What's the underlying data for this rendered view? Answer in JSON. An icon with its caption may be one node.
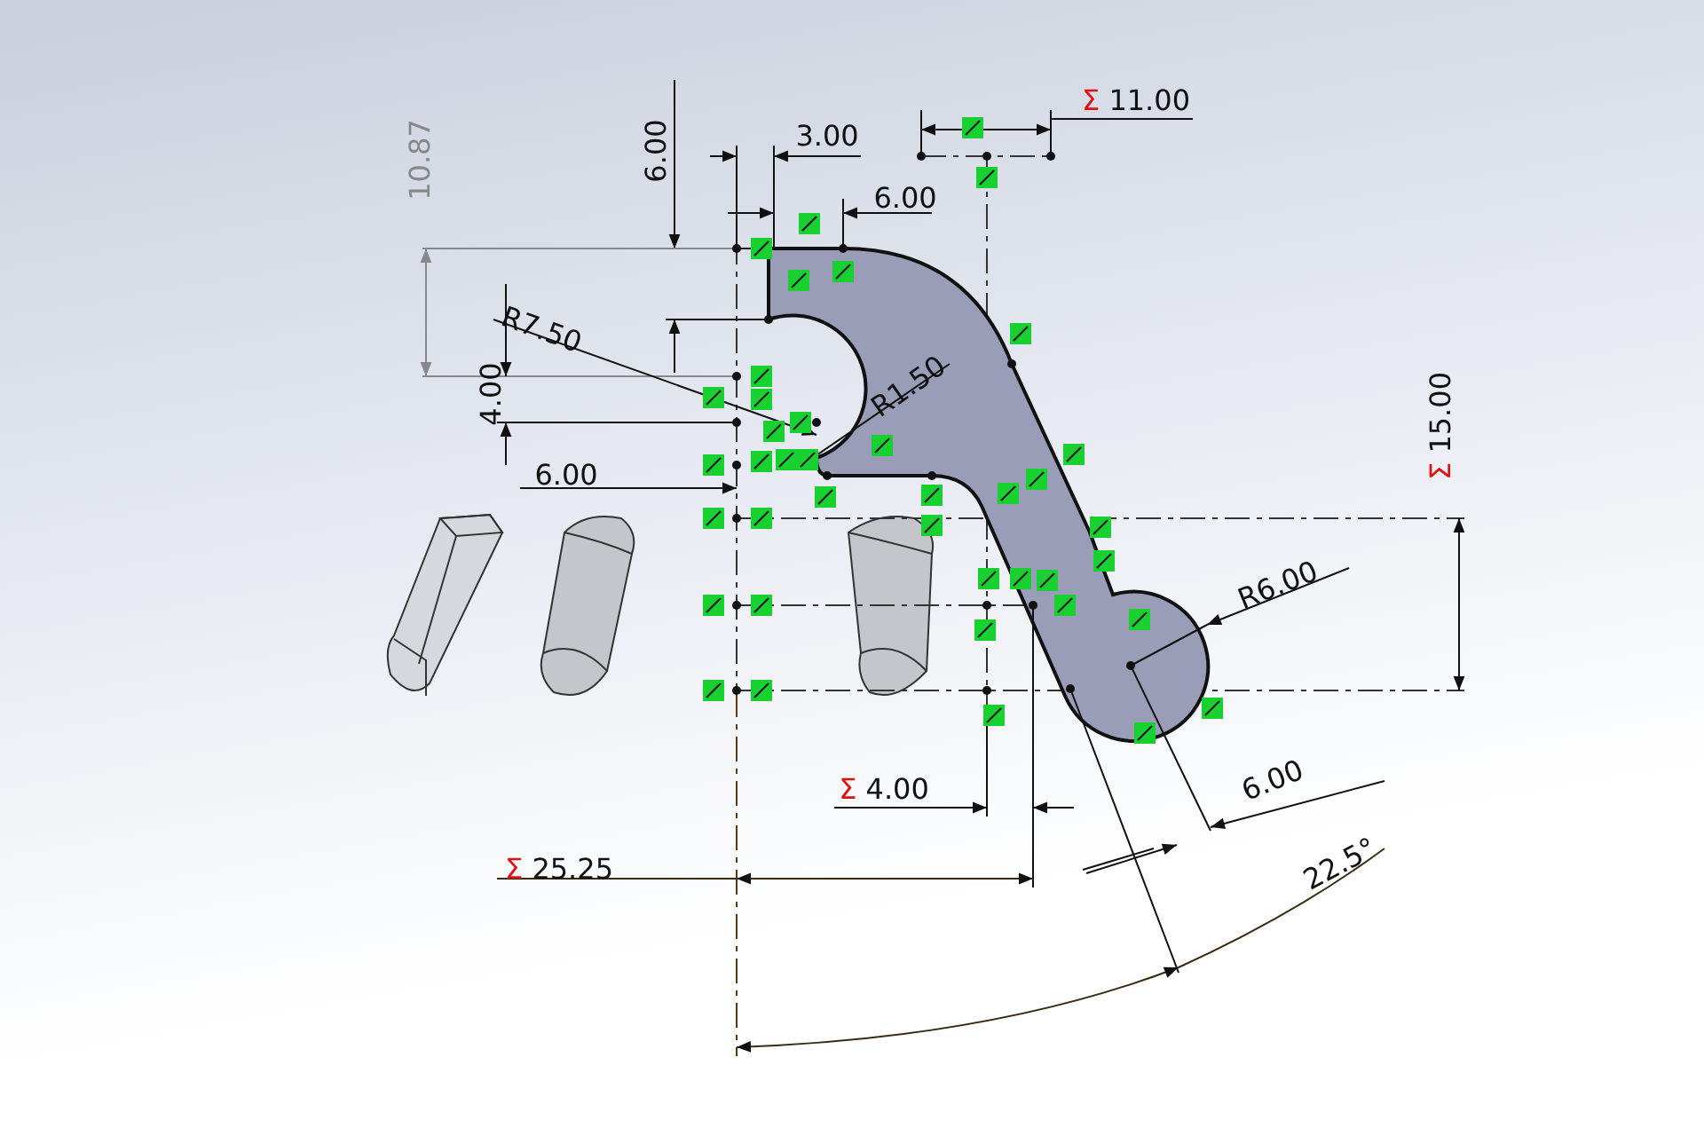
{
  "diagram": {
    "labels": [
      "Σ 11.00",
      "3.00",
      "6.00",
      "10.87",
      "6.00",
      "R7.50",
      "R1.50",
      "4.00",
      "Σ 15.00",
      "6.00",
      "R6.00",
      "6.00",
      "Σ 4.00",
      "Σ 25.25",
      "22.5°"
    ]
  }
}
